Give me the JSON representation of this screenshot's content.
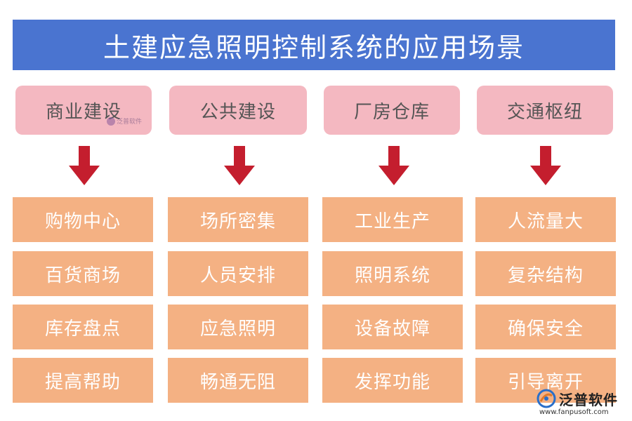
{
  "title": "土建应急照明控制系统的应用场景",
  "columns": [
    {
      "header": "商业建设",
      "items": [
        "购物中心",
        "百货商场",
        "库存盘点",
        "提高帮助"
      ]
    },
    {
      "header": "公共建设",
      "items": [
        "场所密集",
        "人员安排",
        "应急照明",
        "畅通无阻"
      ]
    },
    {
      "header": "厂房仓库",
      "items": [
        "工业生产",
        "照明系统",
        "设备故障",
        "发挥功能"
      ]
    },
    {
      "header": "交通枢纽",
      "items": [
        "人流量大",
        "复杂结构",
        "确保安全",
        "引导离开"
      ]
    }
  ],
  "watermark": {
    "brand": "泛普软件",
    "url": "www.fanpusoft.com",
    "small_brand": "泛普软件"
  },
  "colors": {
    "title_bg": "#4a74d0",
    "header_bg": "#f4b8c1",
    "item_bg": "#f4b183",
    "arrow": "#c41e2e"
  }
}
